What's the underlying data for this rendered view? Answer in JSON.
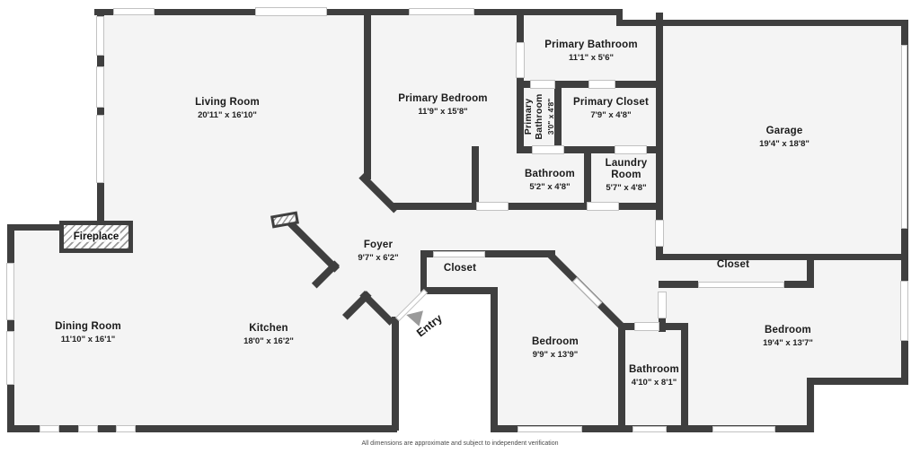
{
  "footer": "All dimensions are approximate and subject to independent verification",
  "fireplace_label": "Fireplace",
  "entry_label": "Entry",
  "rooms": {
    "living": {
      "name": "Living Room",
      "dims": "20'11\" x 16'10\""
    },
    "primary_bedroom": {
      "name": "Primary Bedroom",
      "dims": "11'9\" x 15'8\""
    },
    "primary_bathroom": {
      "name": "Primary Bathroom",
      "dims": "11'1\" x 5'6\""
    },
    "primary_bathroom_small": {
      "name": "Primary Bathroom",
      "dims": "3'0\" x 4'8\""
    },
    "primary_closet": {
      "name": "Primary Closet",
      "dims": "7'9\" x 4'8\""
    },
    "hall_bathroom": {
      "name": "Bathroom",
      "dims": "5'2\" x 4'8\""
    },
    "laundry": {
      "name": "Laundry Room",
      "dims": "5'7\" x 4'8\""
    },
    "garage": {
      "name": "Garage",
      "dims": "19'4\" x 18'8\""
    },
    "foyer": {
      "name": "Foyer",
      "dims": "9'7\" x 6'2\""
    },
    "dining": {
      "name": "Dining Room",
      "dims": "11'10\" x 16'1\""
    },
    "kitchen": {
      "name": "Kitchen",
      "dims": "18'0\" x 16'2\""
    },
    "bedroom_middle": {
      "name": "Bedroom",
      "dims": "9'9\" x 13'9\""
    },
    "bathroom_middle": {
      "name": "Bathroom",
      "dims": "4'10\" x 8'1\""
    },
    "bedroom_right": {
      "name": "Bedroom",
      "dims": "19'4\" x 13'7\""
    },
    "closet_middle": {
      "name": "Closet"
    },
    "closet_right": {
      "name": "Closet"
    }
  },
  "colors": {
    "wall": "#3f3f3f",
    "floor": "#f4f4f4",
    "background": "#ffffff",
    "window_frame": "#c2c2c2",
    "entry_arrow": "#9a9a9a"
  }
}
